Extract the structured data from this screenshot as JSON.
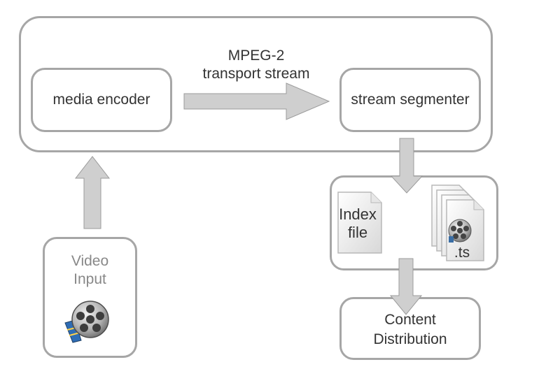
{
  "diagram": {
    "flow_label_line1": "MPEG-2",
    "flow_label_line2": "transport stream",
    "encoder_label": "media encoder",
    "segmenter_label": "stream segmenter",
    "index_file_line1": "Index",
    "index_file_line2": "file",
    "ts_label": ".ts",
    "video_input_line1": "Video",
    "video_input_line2": "Input",
    "content_line1": "Content",
    "content_line2": "Distribution"
  },
  "colors": {
    "box_border": "#a6a6a6",
    "arrow_fill": "#cfcfcf",
    "arrow_stroke": "#9b9b9b",
    "text": "#333333",
    "muted_text": "#888888"
  }
}
